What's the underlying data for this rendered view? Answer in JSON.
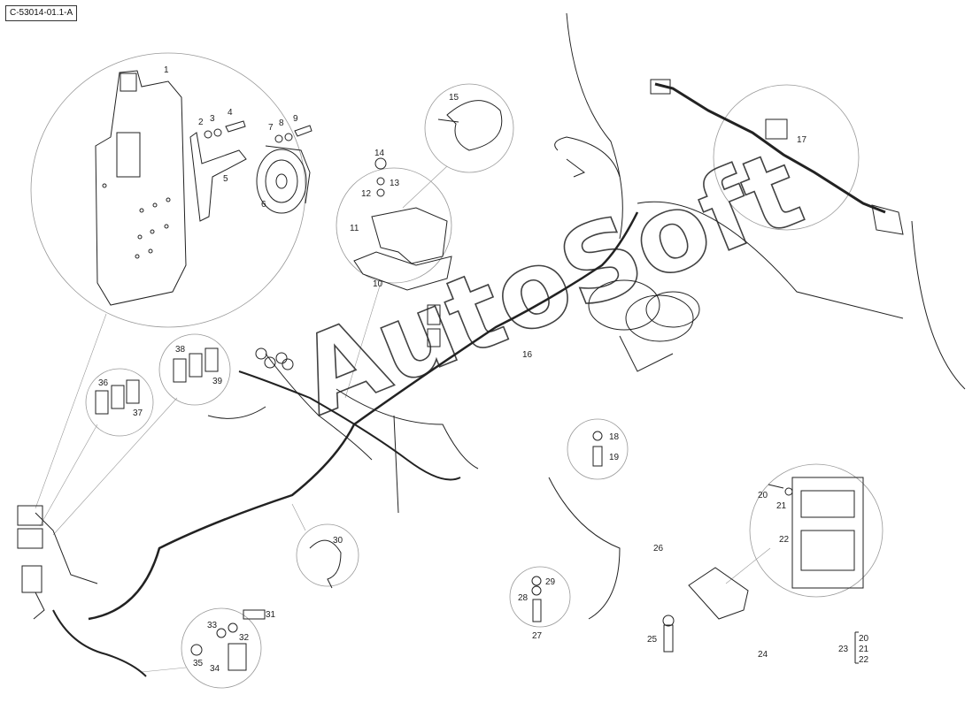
{
  "document_id": "C-53014-01.1-A",
  "watermark": "AutoSoft",
  "callouts": [
    "1",
    "2",
    "3",
    "4",
    "5",
    "6",
    "7",
    "8",
    "9",
    "10",
    "11",
    "12",
    "13",
    "14",
    "15",
    "16",
    "17",
    "18",
    "19",
    "20",
    "21",
    "22",
    "23",
    "24",
    "25",
    "26",
    "27",
    "28",
    "29",
    "30",
    "31",
    "32",
    "33",
    "34",
    "35",
    "36",
    "37",
    "38",
    "39"
  ],
  "group_23": [
    "20",
    "21",
    "22"
  ]
}
